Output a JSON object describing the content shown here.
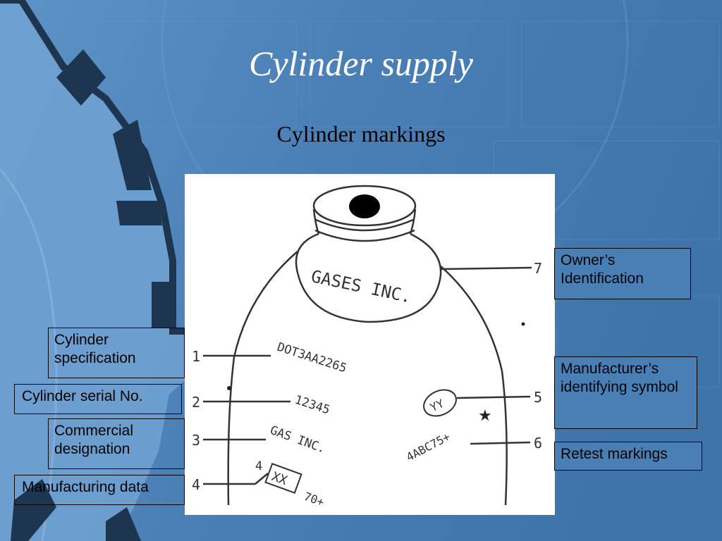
{
  "slide": {
    "title": "Cylinder supply",
    "subtitle": "Cylinder markings"
  },
  "figure": {
    "brand_text": "GASES INC.",
    "stamps": {
      "spec": "DOT3AA2265",
      "serial": "12345",
      "commercial": "GAS INC.",
      "mfg_prefix": "4",
      "mfg_mark": "XX",
      "mfg_suffix": "70+",
      "mfr_symbol": "YY",
      "retest": "4ABC75+"
    },
    "callout_numbers": [
      "1",
      "2",
      "3",
      "4",
      "5",
      "6",
      "7"
    ]
  },
  "labels": {
    "owner_identification": "Owner’s Identification",
    "manufacturer_symbol": "Manufacturer’s identifying symbol",
    "retest_markings": "Retest markings",
    "cylinder_specification": "Cylinder specification",
    "cylinder_serial": "Cylinder serial No.",
    "commercial_designation": "Commercial designation",
    "manufacturing_data": "Manufacturing data"
  },
  "colors": {
    "background": "#4a7fb6",
    "background_light": "#6a9ccc",
    "gear_dark": "#1e3550",
    "title_text": "#ffffff",
    "figure_bg": "#ffffff"
  }
}
